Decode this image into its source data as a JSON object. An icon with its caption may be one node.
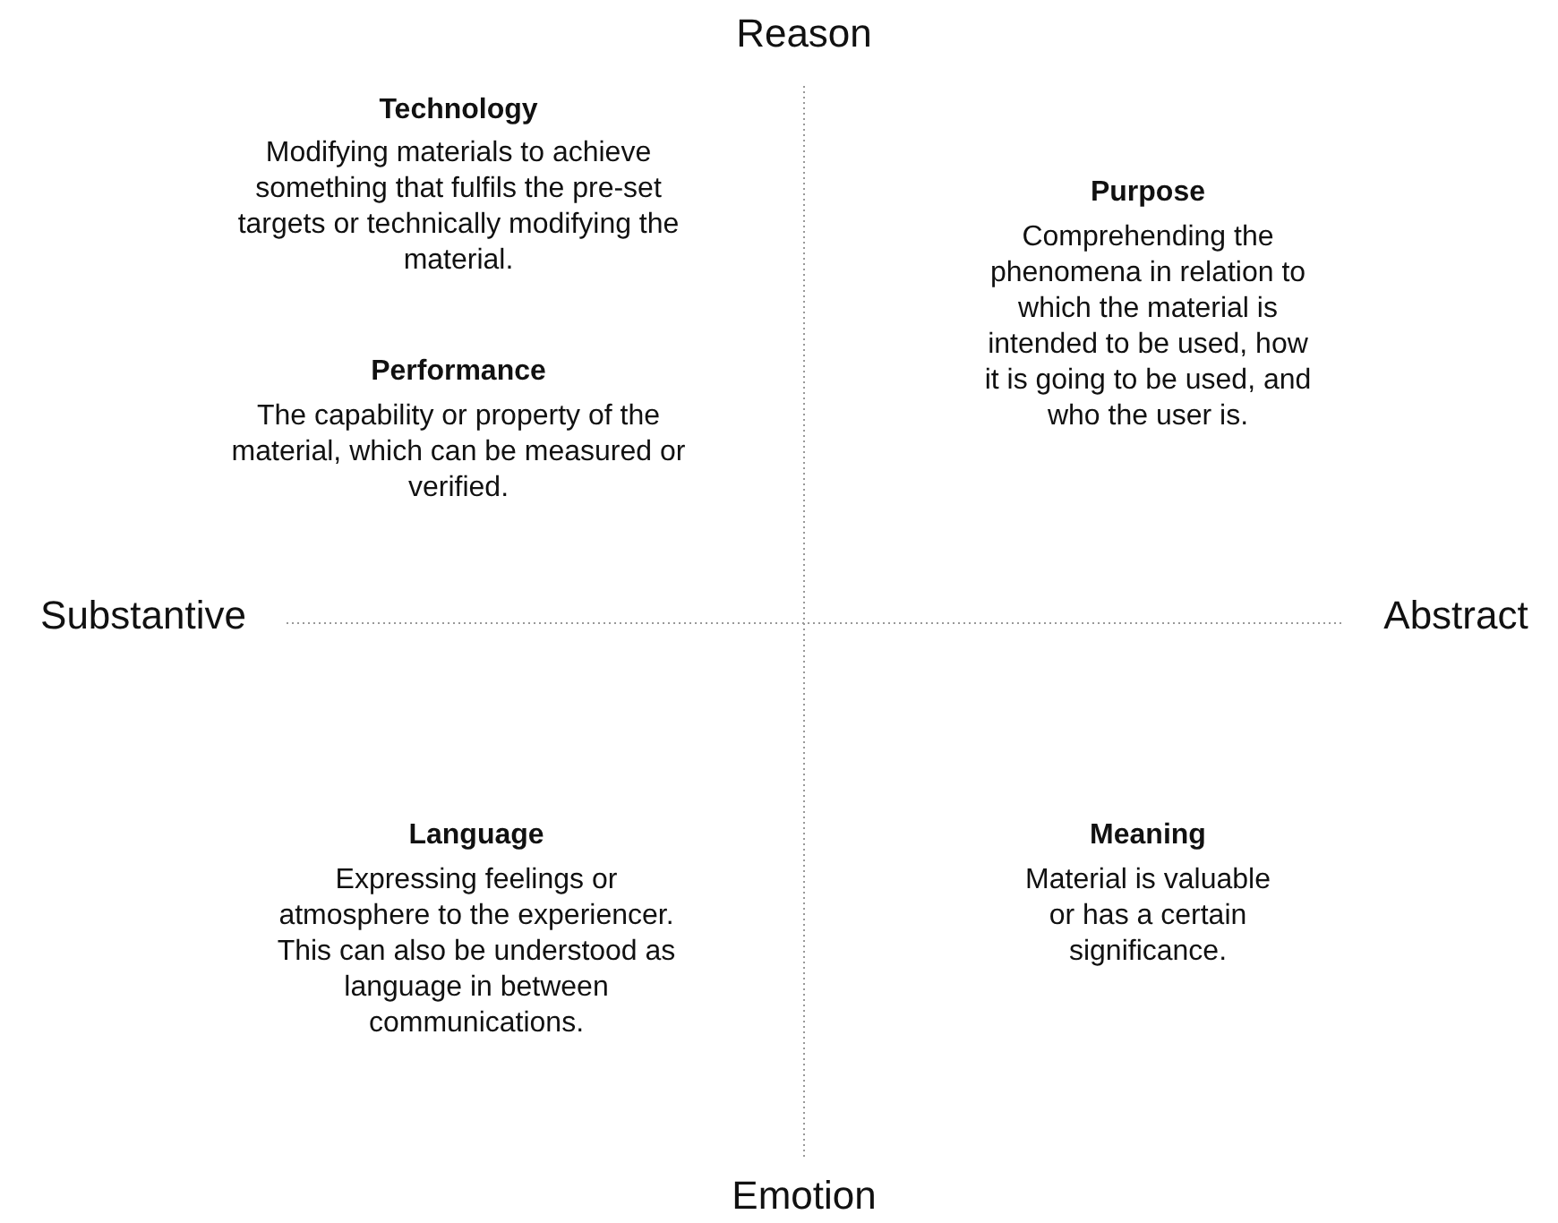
{
  "diagram": {
    "labels": [
      "Reason",
      "Technology",
      "Modifying materials to achieve something that fulfils the pre-set targets or technically modifying the material.",
      "Purpose",
      "Comprehending the phenomena in relation to which the material is intended to be used, how it is going to be used, and who the user is.",
      "Performance",
      "The capability or property of the material, which can be measured or verified.",
      "Substantive",
      "Abstract",
      "Language",
      "Expressing feelings or atmosphere to the experiencer. This can also be understood as language in between communications.",
      "Meaning",
      "Material is valuable or has a certain significance.",
      "Emotion"
    ]
  }
}
